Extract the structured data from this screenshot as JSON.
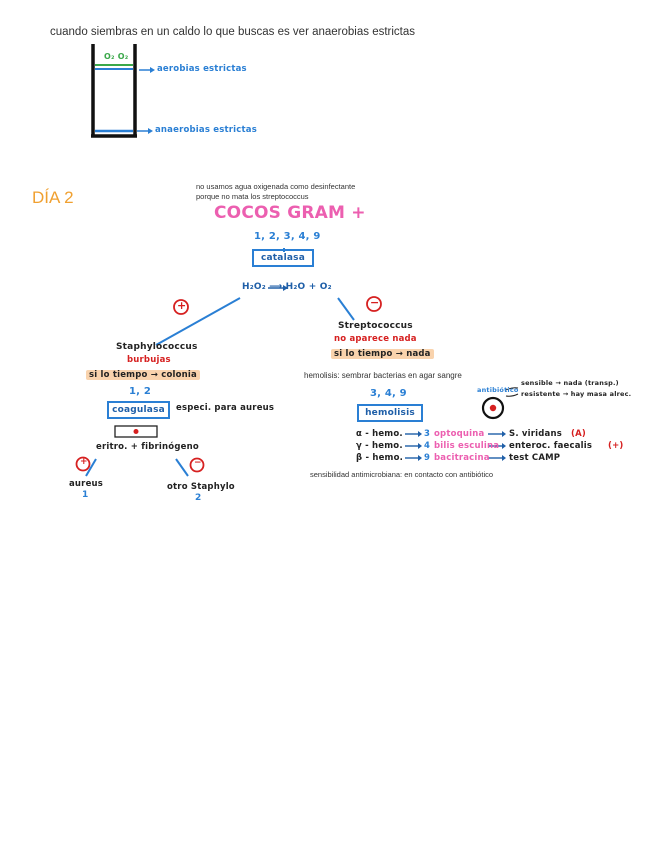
{
  "top_note": "cuando siembras en un caldo lo que buscas es ver anaerobias estrictas",
  "tube": {
    "o2_label": "O₂  O₂",
    "aerobic_label": "aerobias estrictas",
    "anaerobic_label": "anaerobias estrictas"
  },
  "day_title": "DÍA 2",
  "notes": {
    "line1": "no usamos agua oxigenada como desinfectante",
    "line2": "porque no mata los streptococcus",
    "hemolisis": "hemolisis: sembrar bacterias en agar sangre",
    "antibiotic": "sensibilidad antimicrobiana: en contacto con antibiótico"
  },
  "main_title": "COCOS GRAM +",
  "catalasa": {
    "numbers": "1, 2, 3, 4, 9",
    "label": "catalasa",
    "reaction": "H₂O₂ ⟶ H₂O + O₂",
    "positive_sign": "+",
    "negative_sign": "−"
  },
  "staph": {
    "name": "Staphylococcus",
    "bubbles": "burbujas",
    "note": "si lo tiempo → colonia",
    "numbers": "1, 2",
    "coagulasa": "coagulasa",
    "aureus_note": "especi. para aureus",
    "fibrinogen": "eritro. + fibrinógeno",
    "pos_sign": "+",
    "neg_sign": "−",
    "aureus": "aureus",
    "aureus_num": "1",
    "other": "otro Staphylo",
    "other_num": "2"
  },
  "strep": {
    "name": "Streptococcus",
    "no_bubbles": "no aparece nada",
    "note": "si lo tiempo → nada",
    "numbers": "3, 4, 9",
    "hemolisis_box": "hemolisis",
    "antibiotic_label": "antibiótico",
    "sensitive": "sensible → nada (transp.)",
    "resistant": "resistente → hay masa alrec."
  },
  "hemo_rows": [
    {
      "type": "α - hemo.",
      "num": "3",
      "test": "optoquina",
      "result": "S. viridans",
      "mark": "(A)"
    },
    {
      "type": "γ - hemo.",
      "num": "4",
      "test": "bilis esculina",
      "result": "enteroc. faecalis",
      "mark": "(+)"
    },
    {
      "type": "β - hemo.",
      "num": "9",
      "test": "bacitracina",
      "result": "test CAMP",
      "mark": ""
    }
  ]
}
